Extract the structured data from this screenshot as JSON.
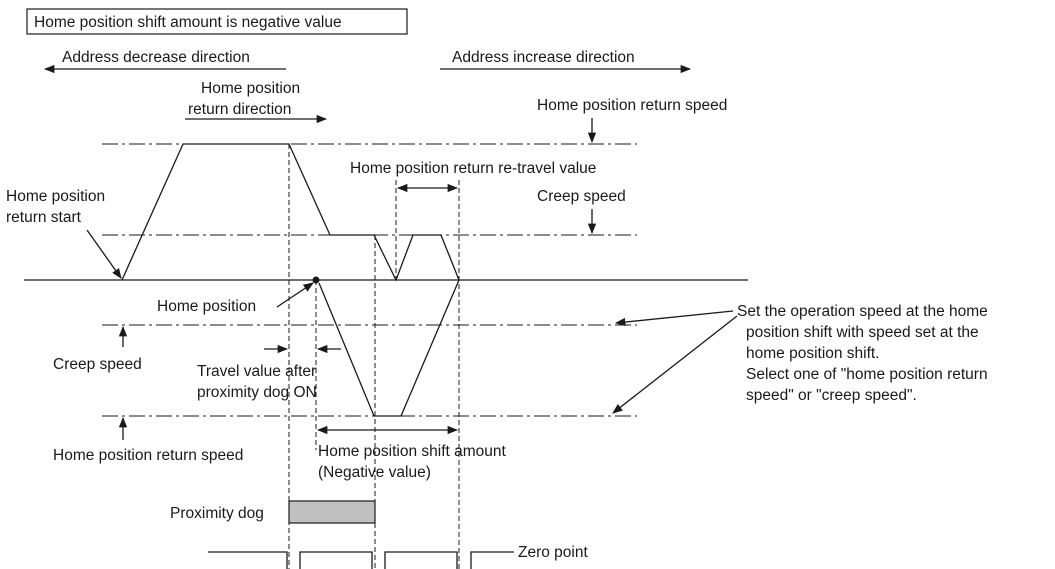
{
  "title": "Home position shift amount is negative value",
  "directions": {
    "decrease": "Address decrease direction",
    "increase": "Address increase direction",
    "return_line1": "Home position",
    "return_line2": "return direction"
  },
  "labels": {
    "hp_return_speed_top": "Home position return speed",
    "retravel_value": "Home position return re-travel value",
    "creep_speed_top": "Creep speed",
    "hp_return_start_line1": "Home position",
    "hp_return_start_line2": "return start",
    "home_position": "Home position",
    "creep_speed_bottom": "Creep speed",
    "travel_after_dog_line1": "Travel value after",
    "travel_after_dog_line2": "proximity dog ON",
    "hp_return_speed_bottom": "Home position return speed",
    "shift_amount_line1": "Home position shift amount",
    "shift_amount_line2": "(Negative value)",
    "proximity_dog": "Proximity dog",
    "zero_point": "Zero point"
  },
  "note": [
    "Set the operation speed at the home",
    "position shift with speed set at the",
    "home position shift.",
    "Select one of \"home position return",
    "speed\" or \"creep speed\"."
  ],
  "colors": {
    "line": "#1a1a1a",
    "dog_fill": "#c0c0c0"
  }
}
